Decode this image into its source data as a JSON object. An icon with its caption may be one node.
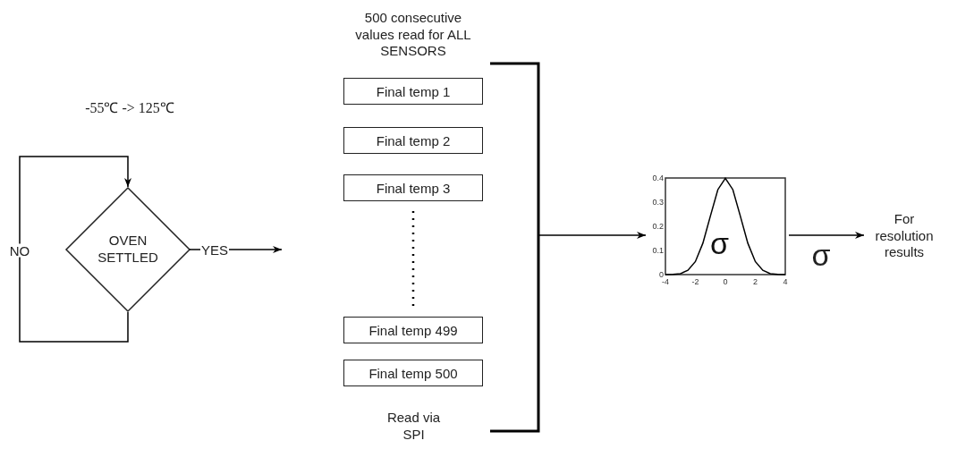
{
  "diagram": {
    "nodes": [
      {
        "text": [
          "OVEN SETTLED"
        ]
      },
      {
        "text": [
          "Final temp 1"
        ]
      },
      {
        "text": [
          "Final temp 2"
        ]
      },
      {
        "text": [
          "Final temp 3"
        ]
      },
      {
        "text": [
          "Final temp 499"
        ]
      },
      {
        "text": [
          "Final temp 500"
        ]
      },
      {
        "text": [
          "σ"
        ]
      },
      {
        "text": [
          "For resolution results"
        ]
      },
      {
        "text": [],
        "shape": "bracket"
      }
    ],
    "edges": [
      {
        "from": 0,
        "to": 0,
        "arrow": "to",
        "label": "NO"
      },
      {
        "from": 0,
        "to": null,
        "arrow": "to",
        "label": "YES"
      },
      {
        "from": 8,
        "to": 6,
        "arrow": "to"
      },
      {
        "from": 6,
        "to": 7,
        "arrow": "to",
        "label": "σ"
      }
    ],
    "labels": [
      "-55℃ -> 125℃",
      "500 consecutive values read for ALL SENSORS",
      "Read via SPI"
    ],
    "chart_data": {
      "type": "line",
      "x": [
        -4,
        -3.5,
        -3,
        -2.5,
        -2,
        -1.5,
        -1,
        -0.5,
        0,
        0.5,
        1,
        1.5,
        2,
        2.5,
        3,
        3.5,
        4
      ],
      "series": [
        {
          "color": "#000000",
          "values": [
            0,
            0.001,
            0.004,
            0.018,
            0.054,
            0.13,
            0.242,
            0.352,
            0.399,
            0.352,
            0.242,
            0.13,
            0.054,
            0.018,
            0.004,
            0.001,
            0
          ]
        }
      ],
      "xlim": [
        -4,
        4
      ],
      "ylim": [
        0,
        0.4
      ],
      "xticks": [
        -4,
        -2,
        0,
        2,
        4
      ],
      "yticks": [
        0,
        0.1,
        0.2,
        0.3,
        0.4
      ]
    }
  }
}
